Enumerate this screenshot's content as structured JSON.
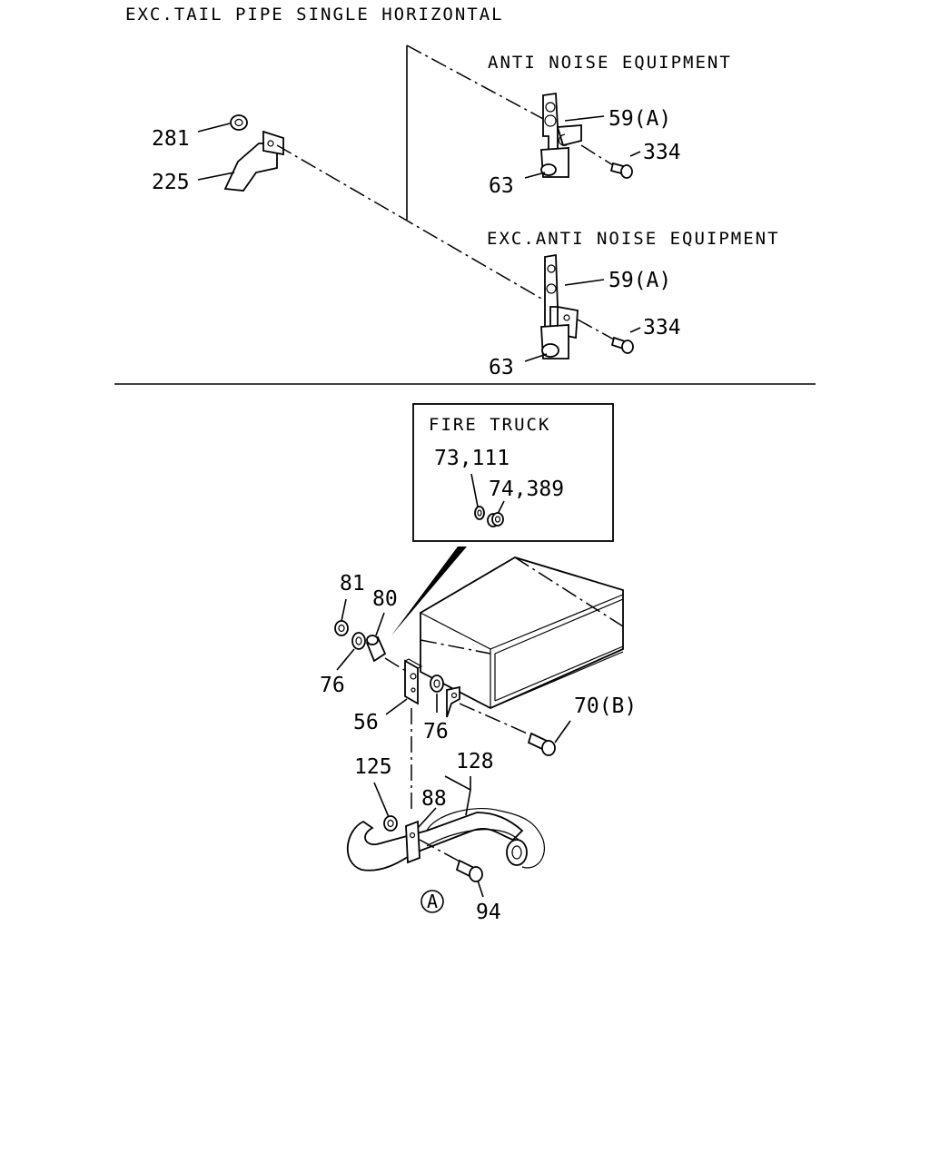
{
  "sections": {
    "top_title": "EXC.TAIL PIPE SINGLE HORIZONTAL",
    "anti_noise": "ANTI NOISE EQUIPMENT",
    "exc_anti_noise": "EXC.ANTI NOISE EQUIPMENT",
    "fire_truck": "FIRE TRUCK"
  },
  "callouts": {
    "p281": "281",
    "p225": "225",
    "p59a_1": "59(A)",
    "p334_1": "334",
    "p63_1": "63",
    "p59a_2": "59(A)",
    "p334_2": "334",
    "p63_2": "63",
    "p73_111": "73,111",
    "p74_389": "74,389",
    "p81": "81",
    "p80": "80",
    "p76_left": "76",
    "p56": "56",
    "p76_right": "76",
    "p70b": "70(B)",
    "p125": "125",
    "p128": "128",
    "p88": "88",
    "p94": "94",
    "ref_a": "A"
  }
}
